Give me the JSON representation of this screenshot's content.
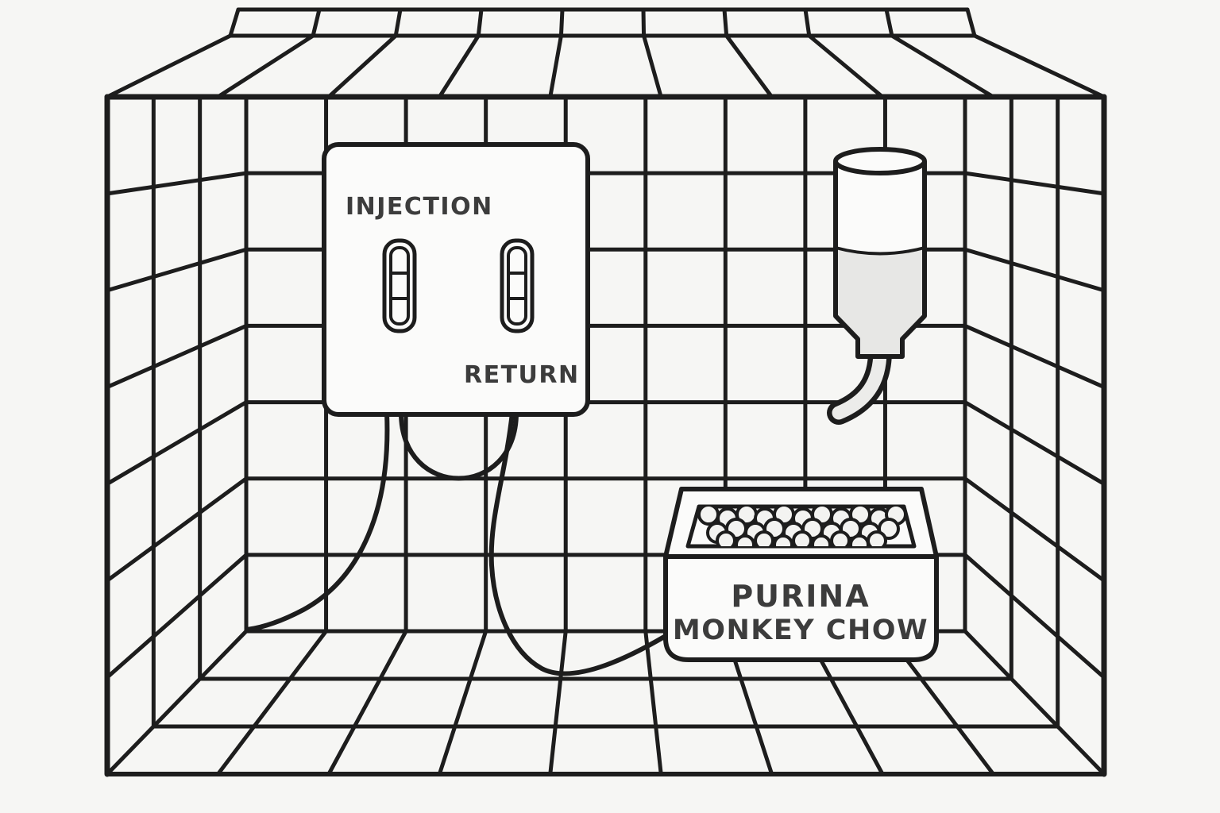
{
  "scene": {
    "background_color": "#f6f6f4",
    "line_color": "#1d1d1d",
    "label_color": "#3c3c3c",
    "water_color": "#e7e7e5"
  },
  "panel": {
    "injection_label": "INJECTION",
    "return_label": "RETURN"
  },
  "food_bowl": {
    "brand": "PURINA",
    "product": "MONKEY CHOW"
  }
}
